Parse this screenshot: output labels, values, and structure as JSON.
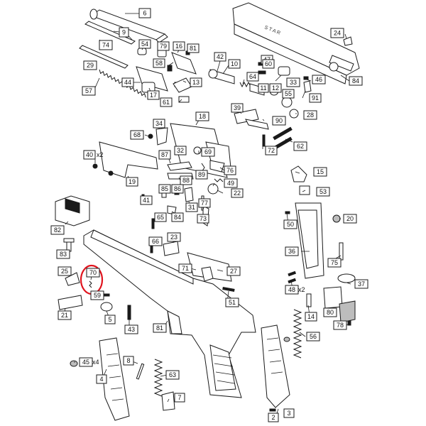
{
  "callouts": [
    {
      "id": "p6",
      "text": "6"
    },
    {
      "id": "p9",
      "text": "9"
    },
    {
      "id": "p74",
      "text": "74"
    },
    {
      "id": "p54",
      "text": "54"
    },
    {
      "id": "p79",
      "text": "79"
    },
    {
      "id": "p16",
      "text": "16"
    },
    {
      "id": "p81",
      "text": "81"
    },
    {
      "id": "p58",
      "text": "58"
    },
    {
      "id": "p29",
      "text": "29"
    },
    {
      "id": "p42",
      "text": "42"
    },
    {
      "id": "p10",
      "text": "10"
    },
    {
      "id": "p47",
      "text": "47"
    },
    {
      "id": "p60",
      "text": "60"
    },
    {
      "id": "p24",
      "text": "24"
    },
    {
      "id": "p44",
      "text": "44"
    },
    {
      "id": "p13",
      "text": "13"
    },
    {
      "id": "p57",
      "text": "57"
    },
    {
      "id": "p17",
      "text": "17"
    },
    {
      "id": "p64",
      "text": "64"
    },
    {
      "id": "p33",
      "text": "33"
    },
    {
      "id": "p46",
      "text": "46"
    },
    {
      "id": "p84",
      "text": "84"
    },
    {
      "id": "p11",
      "text": "11"
    },
    {
      "id": "p12",
      "text": "12"
    },
    {
      "id": "p55",
      "text": "55"
    },
    {
      "id": "p91",
      "text": "91"
    },
    {
      "id": "p61",
      "text": "61"
    },
    {
      "id": "p39",
      "text": "39"
    },
    {
      "id": "p28",
      "text": "28"
    },
    {
      "id": "p18",
      "text": "18"
    },
    {
      "id": "p90",
      "text": "90"
    },
    {
      "id": "p34",
      "text": "34"
    },
    {
      "id": "p68",
      "text": "68"
    },
    {
      "id": "p32",
      "text": "32"
    },
    {
      "id": "p69",
      "text": "69"
    },
    {
      "id": "p72",
      "text": "72"
    },
    {
      "id": "p62",
      "text": "62"
    },
    {
      "id": "p87",
      "text": "87"
    },
    {
      "id": "p76",
      "text": "76"
    },
    {
      "id": "p40",
      "text": "40"
    },
    {
      "id": "p88",
      "text": "88"
    },
    {
      "id": "p89",
      "text": "89"
    },
    {
      "id": "p15",
      "text": "15"
    },
    {
      "id": "p19",
      "text": "19"
    },
    {
      "id": "p85",
      "text": "85"
    },
    {
      "id": "p86",
      "text": "86"
    },
    {
      "id": "p49",
      "text": "49"
    },
    {
      "id": "p53",
      "text": "53"
    },
    {
      "id": "p22",
      "text": "22"
    },
    {
      "id": "p41",
      "text": "41"
    },
    {
      "id": "p31",
      "text": "31"
    },
    {
      "id": "p77",
      "text": "77"
    },
    {
      "id": "p84b",
      "text": "84"
    },
    {
      "id": "p65",
      "text": "65"
    },
    {
      "id": "p73",
      "text": "73"
    },
    {
      "id": "p82",
      "text": "82"
    },
    {
      "id": "p50",
      "text": "50"
    },
    {
      "id": "p20",
      "text": "20"
    },
    {
      "id": "p23",
      "text": "23"
    },
    {
      "id": "p66",
      "text": "66"
    },
    {
      "id": "p36",
      "text": "36"
    },
    {
      "id": "p83",
      "text": "83"
    },
    {
      "id": "p75",
      "text": "75"
    },
    {
      "id": "p25",
      "text": "25"
    },
    {
      "id": "p70",
      "text": "70"
    },
    {
      "id": "p71",
      "text": "71"
    },
    {
      "id": "p27",
      "text": "27"
    },
    {
      "id": "p37",
      "text": "37"
    },
    {
      "id": "p59",
      "text": "59"
    },
    {
      "id": "p48",
      "text": "48"
    },
    {
      "id": "p21",
      "text": "21"
    },
    {
      "id": "p51",
      "text": "51"
    },
    {
      "id": "p14",
      "text": "14"
    },
    {
      "id": "p80",
      "text": "80"
    },
    {
      "id": "p5",
      "text": "5"
    },
    {
      "id": "p43",
      "text": "43"
    },
    {
      "id": "p81b",
      "text": "81"
    },
    {
      "id": "p78",
      "text": "78"
    },
    {
      "id": "p56",
      "text": "56"
    },
    {
      "id": "p45",
      "text": "45"
    },
    {
      "id": "p8",
      "text": "8"
    },
    {
      "id": "p4",
      "text": "4"
    },
    {
      "id": "p63",
      "text": "63"
    },
    {
      "id": "p7",
      "text": "7"
    },
    {
      "id": "p2",
      "text": "2"
    },
    {
      "id": "p3",
      "text": "3"
    }
  ],
  "quantities": {
    "q40": "x2",
    "q48": "x2",
    "q45": "x4"
  },
  "highlight": {
    "color": "#e0141e",
    "part": "70"
  }
}
